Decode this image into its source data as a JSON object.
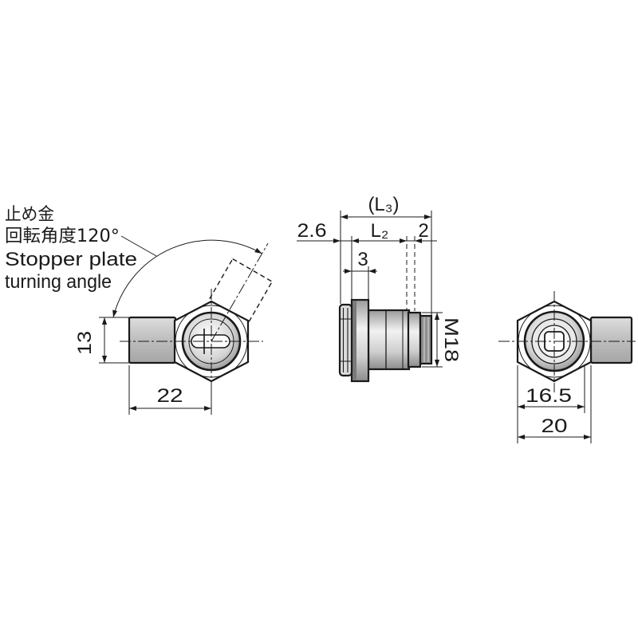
{
  "labels": {
    "line1": "止め金",
    "line2": "回転角度120°",
    "line3": "Stopper plate",
    "line4": "turning angle"
  },
  "front_view": {
    "dim_13": "13",
    "dim_22": "22"
  },
  "side_view": {
    "dim_l3": "(L₃)",
    "dim_2_6": "2.6",
    "dim_l2": "L₂",
    "dim_2": "2",
    "dim_3": "3",
    "dim_m18": "M18"
  },
  "rear_view": {
    "dim_16_5": "16.5",
    "dim_20": "20"
  },
  "colors": {
    "line": "#1a1a1a",
    "background": "#ffffff",
    "stopper_fill": "#bdbdbd"
  }
}
